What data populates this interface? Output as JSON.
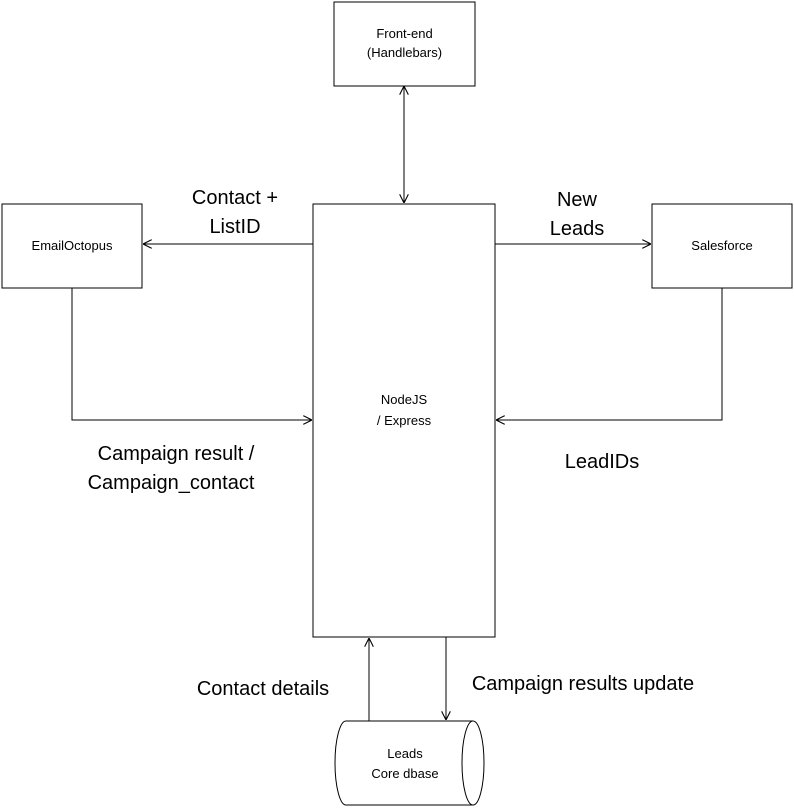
{
  "nodes": {
    "frontend": {
      "line1": "Front-end",
      "line2": "(Handlebars)"
    },
    "emailoctopus": {
      "label": "EmailOctopus"
    },
    "nodejs": {
      "line1": "NodeJS",
      "line2": "/ Express"
    },
    "salesforce": {
      "label": "Salesforce"
    },
    "leads_db": {
      "line1": "Leads",
      "line2": "Core dbase"
    }
  },
  "edges": {
    "contact_listid": {
      "line1": "Contact +",
      "line2": "ListID"
    },
    "new_leads": {
      "line1": "New",
      "line2": "Leads"
    },
    "campaign_result": {
      "line1": "Campaign result /",
      "line2": "Campaign_contact"
    },
    "leadids": {
      "label": "LeadIDs"
    },
    "contact_details": {
      "label": "Contact details"
    },
    "campaign_results_update": {
      "label": "Campaign results update"
    }
  }
}
